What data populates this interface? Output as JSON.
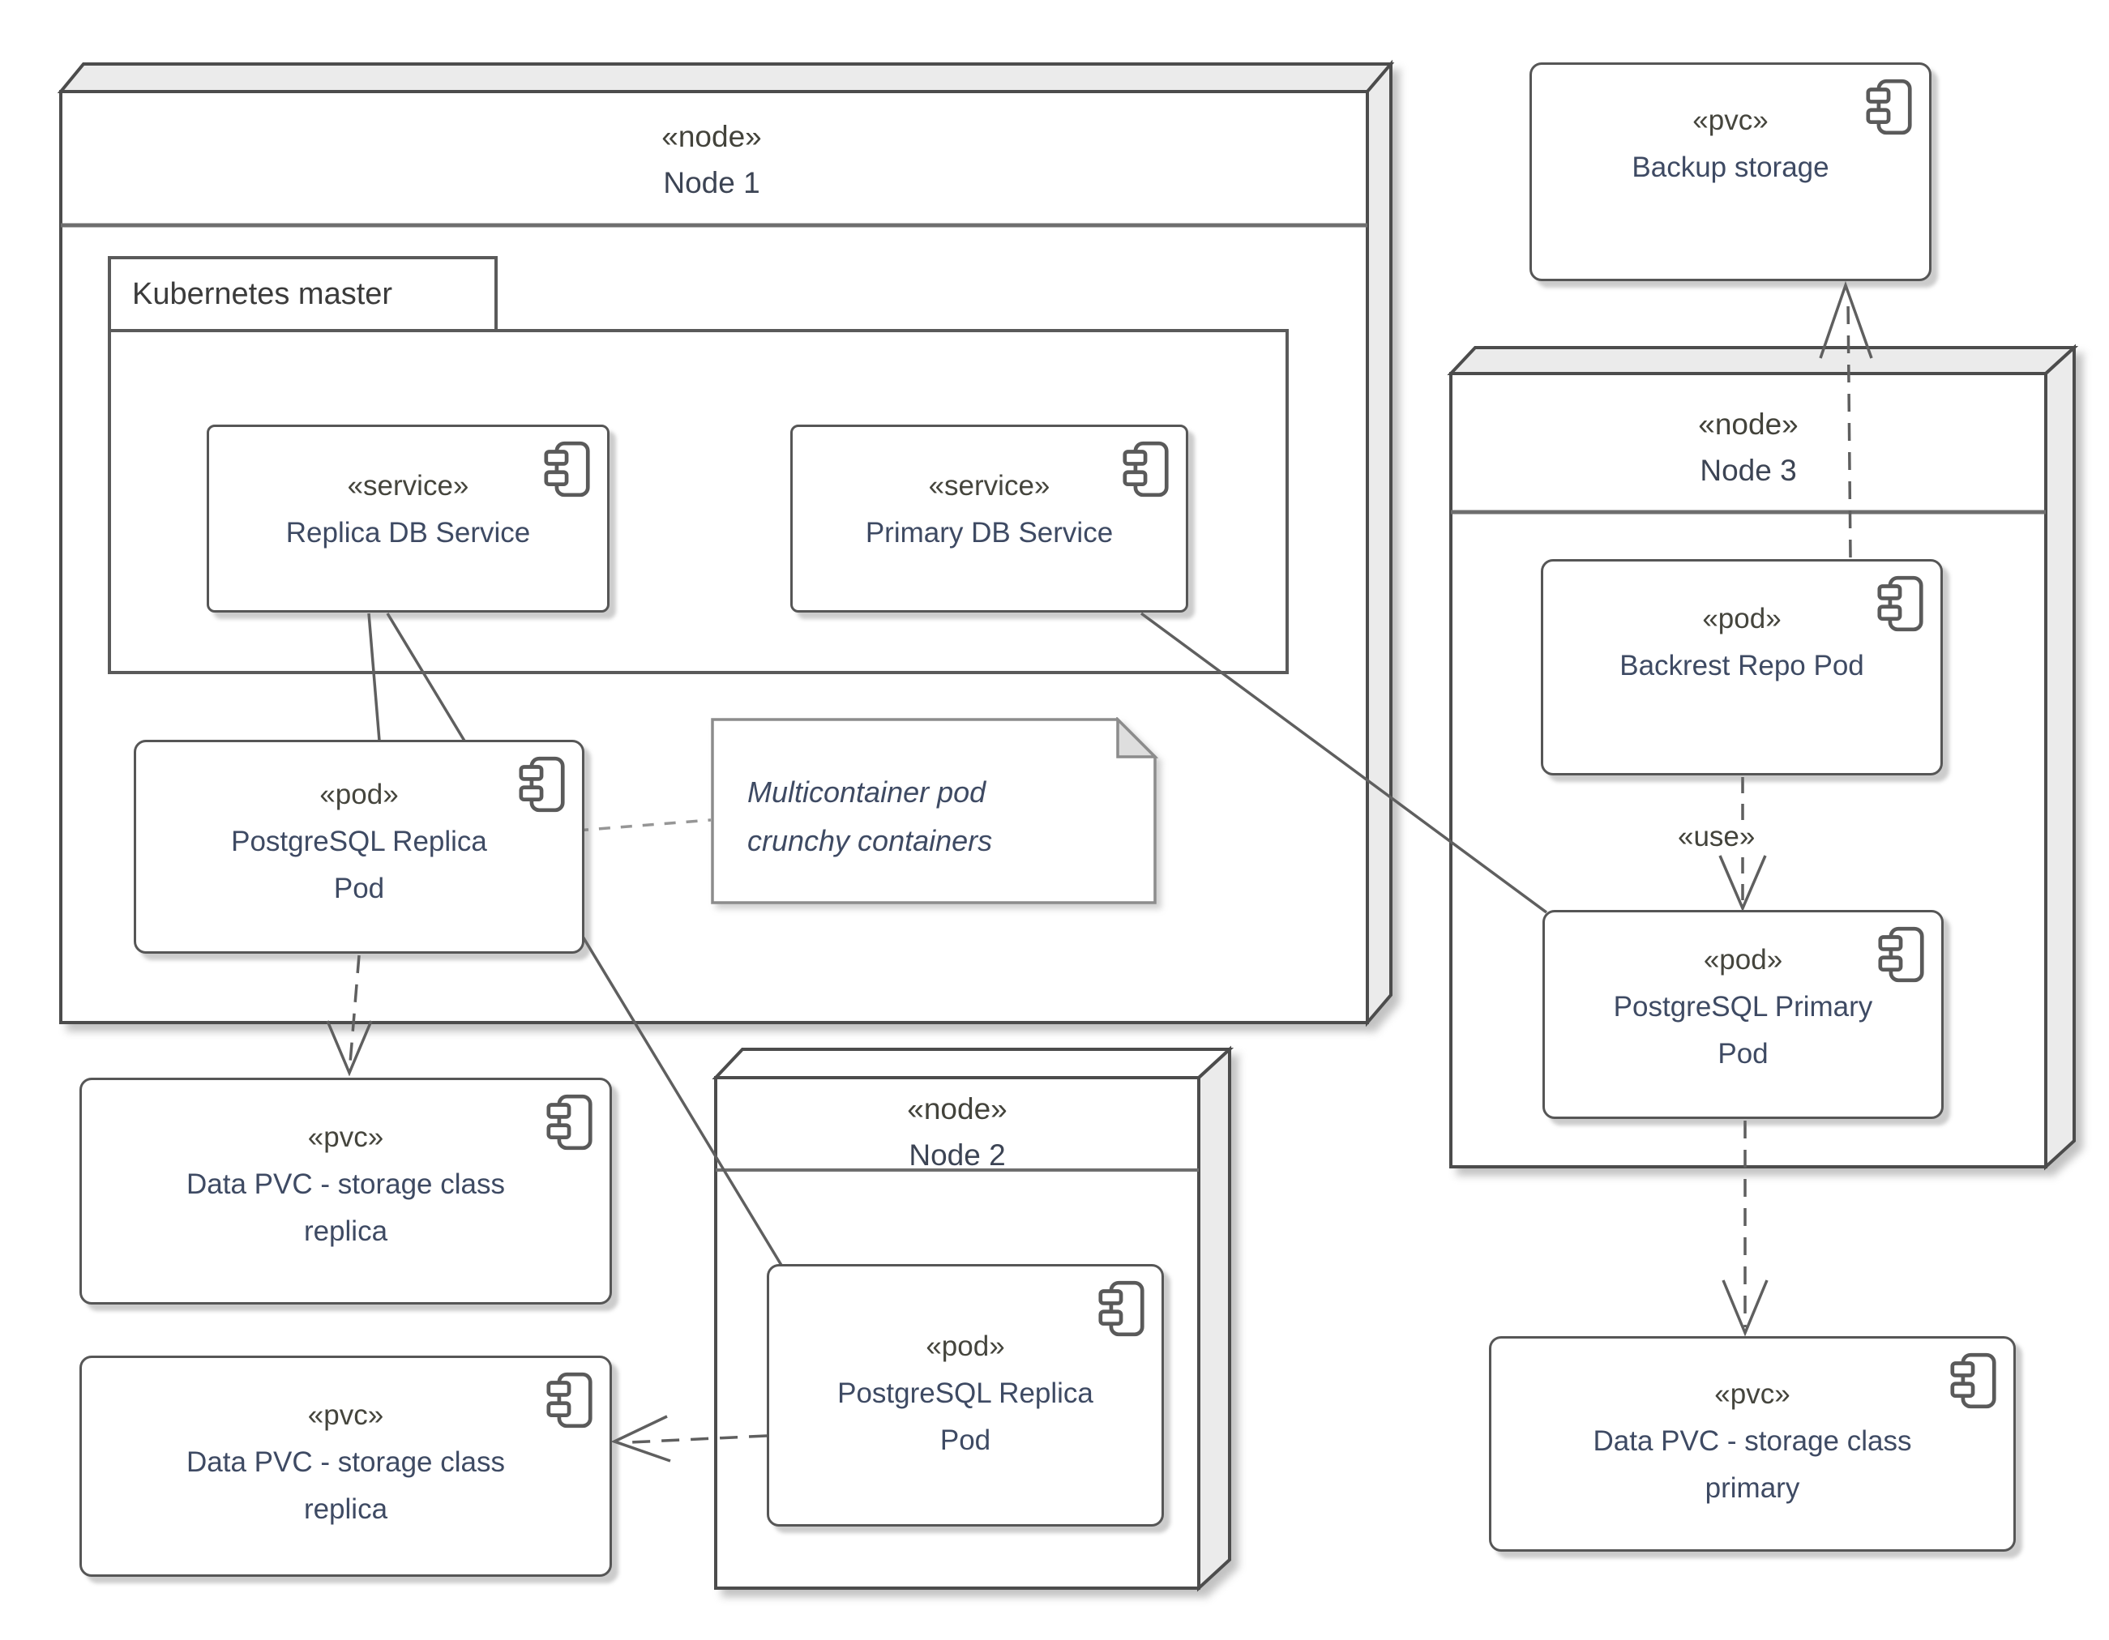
{
  "colors": {
    "line": "#5f5f5f",
    "box_border": "#565656",
    "node_face_fill": "#ebebeb",
    "note_border": "#8c8c8c",
    "name_text": "#3e4a63",
    "stereotype_text": "#45453d"
  },
  "containers": {
    "node1": {
      "stereotype": "«node»",
      "name": "Node 1"
    },
    "node2": {
      "stereotype": "«node»",
      "name": "Node 2"
    },
    "node3": {
      "stereotype": "«node»",
      "name": "Node 3"
    },
    "kubernetes_master": {
      "label": "Kubernetes master"
    }
  },
  "boxes": {
    "replica_service": {
      "stereotype": "«service»",
      "name": "Replica DB Service"
    },
    "primary_service": {
      "stereotype": "«service»",
      "name": "Primary DB Service"
    },
    "replica_pod_node1": {
      "stereotype": "«pod»",
      "name": "PostgreSQL Replica Pod"
    },
    "backup_storage": {
      "stereotype": "«pvc»",
      "name": "Backup storage"
    },
    "backrest_repo_pod": {
      "stereotype": "«pod»",
      "name": "Backrest Repo Pod"
    },
    "primary_pod": {
      "stereotype": "«pod»",
      "name": "PostgreSQL Primary Pod"
    },
    "pvc_primary": {
      "stereotype": "«pvc»",
      "name": "Data PVC - storage class primary"
    },
    "pvc_replica_1": {
      "stereotype": "«pvc»",
      "name": "Data PVC - storage class replica"
    },
    "pvc_replica_2": {
      "stereotype": "«pvc»",
      "name": "Data PVC - storage class replica"
    },
    "replica_pod_node2": {
      "stereotype": "«pod»",
      "name": "PostgreSQL Replica Pod"
    }
  },
  "note": {
    "line1": "Multicontainer pod",
    "line2": "crunchy containers"
  },
  "labels": {
    "use": "«use»"
  }
}
